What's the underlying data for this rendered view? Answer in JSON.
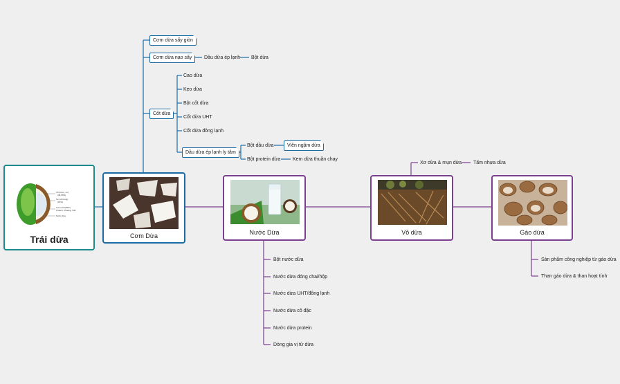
{
  "root": {
    "title": "Trái dừa",
    "diagram_labels": [
      "Vỏ (lượn, xơ)",
      "(38,65%)",
      "Sọ (vỏ trong)",
      "(15%)",
      "Cơm dừa(30%)",
      "Protein, Khoáng, Vitd",
      "Nước dừa"
    ]
  },
  "main": {
    "com_dua": "Cơm Dừa",
    "nuoc_dua": "Nước Dừa",
    "vo_dua": "Vỏ dừa",
    "gao_dua": "Gáo dừa"
  },
  "com_dua_branch": {
    "say_gion": "Cơm dừa sấy giòn",
    "nao_say": "Cơm dừa nạo sấy",
    "dau_ep_lanh": "Dầu dừa ép lạnh",
    "bot_dua": "Bột dừa",
    "cot_dua": "Cốt dừa",
    "cot_children": [
      "Cao dừa",
      "Kẹo dừa",
      "Bột cốt dừa",
      "Cốt dừa UHT",
      "Cốt dừa đông lạnh"
    ],
    "dau_ly_tam": "Dầu dừa ép lạnh ly tâm",
    "bot_dau_dua": "Bột dầu dừa",
    "vien_ngam": "Viên ngậm dừa",
    "bot_protein": "Bột protein dừa",
    "kem_thuan_chay": "Kem dừa thuần chay"
  },
  "nuoc_dua_branch": [
    "Bột nước dừa",
    "Nước dừa đóng chai/hộp",
    "Nước dừa UHT/đông lạnh",
    "Nước dừa cô đặc",
    "Nước dừa protein",
    "Dòng gia vị từ dừa"
  ],
  "vo_dua_branch": {
    "xo_mun": "Xơ dừa & mụn dừa",
    "tam_nhua": "Tấm nhựa dừa"
  },
  "gao_dua_branch": [
    "Sản phẩm công nghiệp từ gáo dừa",
    "Than gáo dừa & than hoạt tính"
  ],
  "colors": {
    "blue": "#1a6aa3",
    "purple": "#7b3f8f",
    "root": "#1f8a8a",
    "background": "#efefef"
  }
}
